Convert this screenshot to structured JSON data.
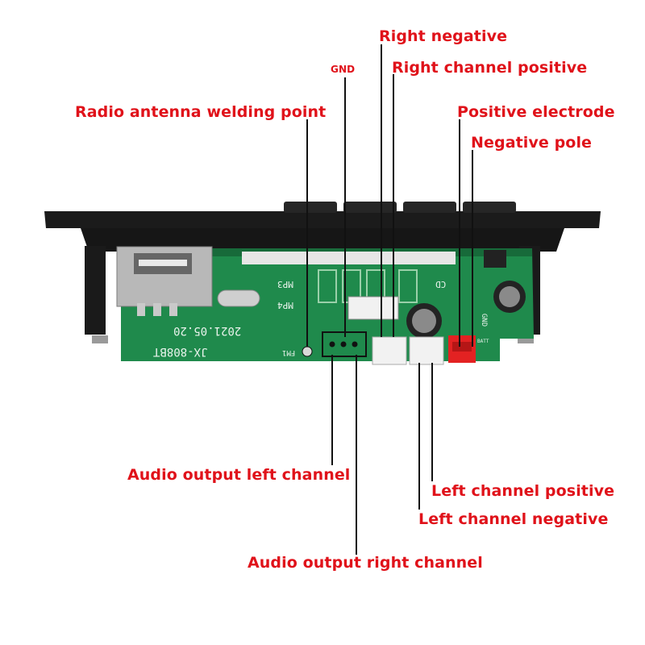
{
  "labels": {
    "right_negative": "Right negative",
    "gnd": "GND",
    "right_channel_positive": "Right channel positive",
    "radio_antenna": "Radio antenna welding point",
    "positive_electrode": "Positive electrode",
    "negative_pole": "Negative pole",
    "audio_left": "Audio output left channel",
    "left_channel_positive": "Left channel positive",
    "left_channel_negative": "Left channel negative",
    "audio_right": "Audio output right channel"
  },
  "board": {
    "model": "JX-808BT",
    "date": "2021.05.20",
    "silk_mp3": "MP3",
    "silk_mp4": "MP4",
    "silk_fm1": "FM1",
    "silk_cd": "CD",
    "silk_gnd": "GND",
    "silk_batt": "BATT"
  },
  "colors": {
    "label_red": "#e0121a",
    "pcb_green": "#1f8a4c",
    "panel_black": "#1b1b1b",
    "connector_red": "#e32222"
  }
}
